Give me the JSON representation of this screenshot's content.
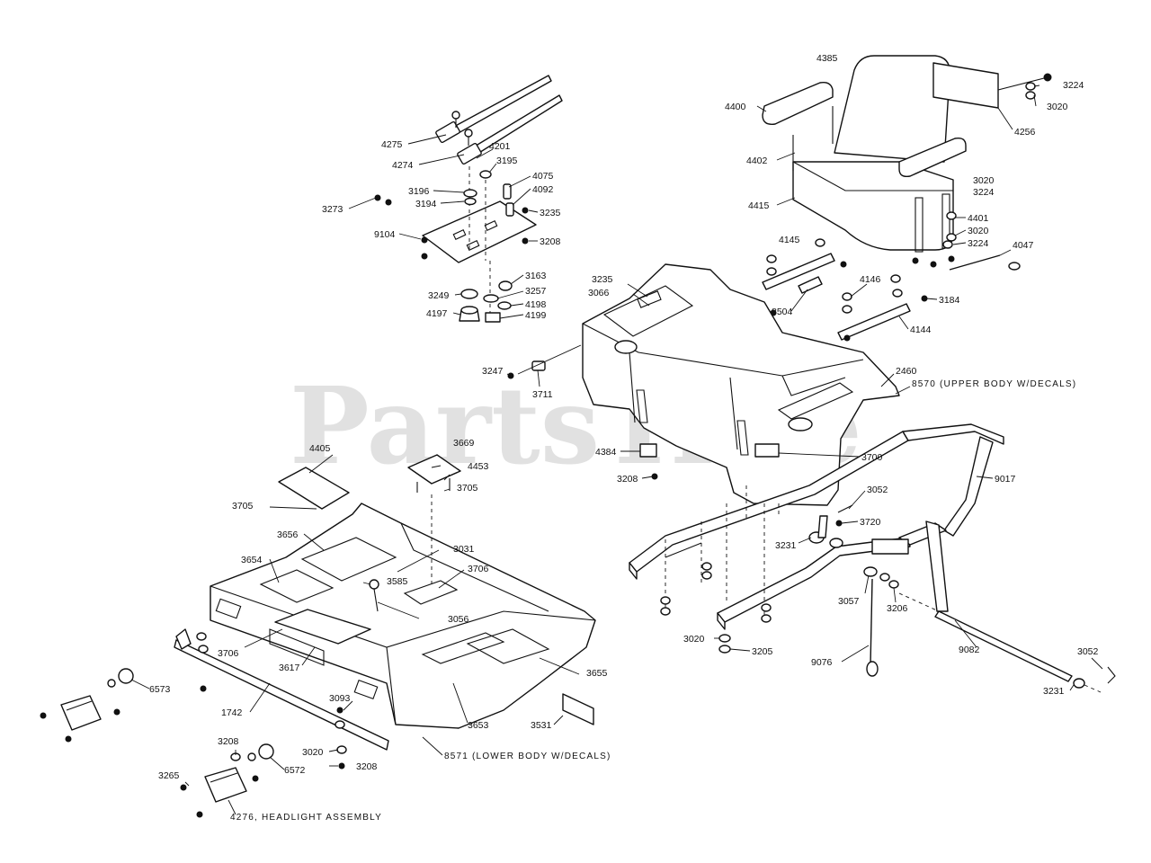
{
  "watermark": {
    "text": "PartsTree",
    "trademark": "™"
  },
  "labels": {
    "l4275": "4275",
    "l4274": "4274",
    "l4201": "4201",
    "l3195": "3195",
    "l4075": "4075",
    "l3196": "3196",
    "l4092": "4092",
    "l3194": "3194",
    "l3273": "3273",
    "l3235a": "3235",
    "l9104": "9104",
    "l3208a": "3208",
    "l3163": "3163",
    "l3249": "3249",
    "l3257": "3257",
    "l4198": "4198",
    "l4197": "4197",
    "l4199": "4199",
    "l4385": "4385",
    "l3224a": "3224",
    "l4400": "4400",
    "l3020a": "3020",
    "l4256": "4256",
    "l4402": "4402",
    "l3020b": "3020",
    "l3224b": "3224",
    "l4415": "4415",
    "l4401": "4401",
    "l3020c": "3020",
    "l3224c": "3224",
    "l4047": "4047",
    "l4145": "4145",
    "l3235b": "3235",
    "l3066": "3066",
    "l4146": "4146",
    "l3184": "3184",
    "l8504": "8504",
    "l4144": "4144",
    "l3247": "3247",
    "l3711": "3711",
    "l2460": "2460",
    "l8570": "8570 (UPPER BODY W/DECALS)",
    "l4384": "4384",
    "l3208b": "3208",
    "l3700": "3700",
    "l9017": "9017",
    "l3052a": "3052",
    "l3720": "3720",
    "l3231a": "3231",
    "l3057": "3057",
    "l3206a": "3206",
    "l3020d": "3020",
    "l3205": "3205",
    "l9076": "9076",
    "l9082": "9082",
    "l3052b": "3052",
    "l3231b": "3231",
    "l4405": "4405",
    "l3669": "3669",
    "l4453": "4453",
    "l3705a": "3705",
    "l3705b": "3705",
    "l3656": "3656",
    "l3031": "3031",
    "l3654": "3654",
    "l3706a": "3706",
    "l3585": "3585",
    "l3056": "3056",
    "l3706b": "3706",
    "l3617": "3617",
    "l3655": "3655",
    "l6573": "6573",
    "l1742": "1742",
    "l3093": "3093",
    "l3653": "3653",
    "l3531": "3531",
    "l3208c": "3208",
    "l3020e": "3020",
    "l3208d": "3208",
    "l6572": "6572",
    "l3265": "3265",
    "l8571": "8571 (LOWER BODY W/DECALS)",
    "l4276": "4276, HEADLIGHT ASSEMBLY"
  }
}
